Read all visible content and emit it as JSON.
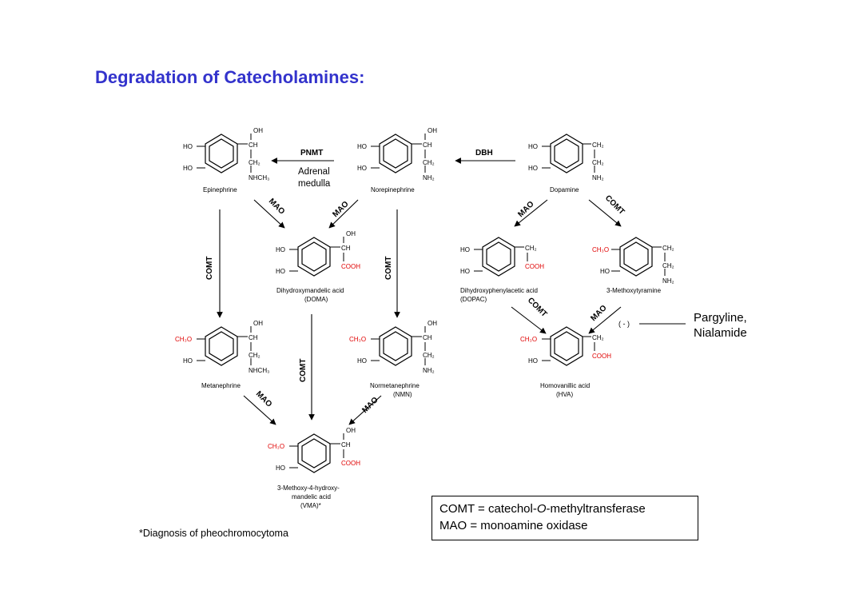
{
  "title": "Degradation of Catecholamines:",
  "compounds": {
    "epinephrine": {
      "name": "Epinephrine",
      "amine": "NHCH₃"
    },
    "norepinephrine": {
      "name": "Norepinephrine"
    },
    "dopamine": {
      "name": "Dopamine"
    },
    "doma": {
      "name": "Dihydroxymandelic acid",
      "abbr": "(DOMA)"
    },
    "dopac": {
      "name": "Dihydroxyphenylacetic acid",
      "abbr": "(DOPAC)"
    },
    "methoxytyramine": {
      "name": "3-Methoxytyramine"
    },
    "metanephrine": {
      "name": "Metanephrine",
      "amine": "NHCH₃"
    },
    "normetanephrine": {
      "name": "Normetanephrine",
      "abbr": "(NMN)"
    },
    "hva": {
      "name": "Homovanillic acid",
      "abbr": "(HVA)"
    },
    "vma": {
      "name_line1": "3-Methoxy-4-hydroxy-",
      "name_line2": "mandelic acid",
      "abbr": "(VMA)*"
    }
  },
  "groups": {
    "hydroxyl_left": "HO",
    "hydroxyl_top": "OH",
    "methoxy": "CH₃O",
    "ch": "CH",
    "ch2": "CH₂",
    "nh2": "NH₂",
    "cooh": "COOH"
  },
  "enzymes": {
    "pnmt": "PNMT",
    "dbh": "DBH",
    "comt": "COMT",
    "mao": "MAO"
  },
  "location": {
    "line1": "Adrenal",
    "line2": "medulla"
  },
  "inhibition": {
    "symbol": "( - )",
    "inhibitor_line1": "Pargyline,",
    "inhibitor_line2": "Nialamide"
  },
  "footnote": "*Diagnosis of pheochromocytoma",
  "legend": {
    "comt_prefix": "COMT = catechol-",
    "comt_italic": "O",
    "comt_suffix": "-methyltransferase",
    "mao": "MAO = monoamine oxidase"
  },
  "colors": {
    "title": "#3333cc",
    "methoxy_group": "#e00000",
    "carboxyl_group": "#e00000"
  }
}
